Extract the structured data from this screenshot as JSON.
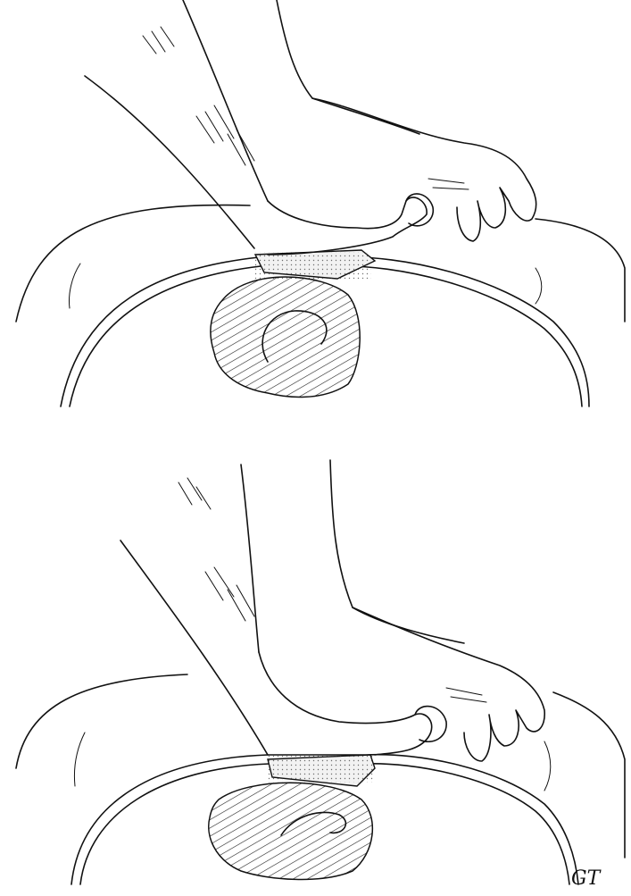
{
  "figure": {
    "panels": [
      {
        "id": "top",
        "content": "hand-pressing-chest-illustration"
      },
      {
        "id": "bottom",
        "content": "hand-pressing-chest-illustration"
      }
    ],
    "signature": "GT",
    "ink_color": "#111111",
    "background": "#ffffff"
  }
}
